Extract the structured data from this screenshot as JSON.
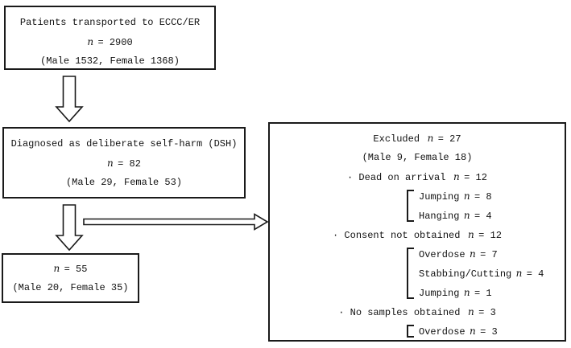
{
  "diagram": {
    "transported": {
      "line1": "Patients transported to ECCC/ER",
      "n_var": "n",
      "n_rest": "= 2900",
      "line3": "(Male 1532, Female 1368)"
    },
    "dsh": {
      "line1": "Diagnosed as deliberate self-harm (DSH)",
      "n_var": "n",
      "n_rest": "= 82",
      "line3": "(Male 29, Female 53)"
    },
    "final": {
      "n_var": "n",
      "n_rest": "= 55",
      "line2": "(Male 20, Female 35)"
    },
    "excluded": {
      "title_label": "Excluded",
      "title_var": "n",
      "title_rest": "= 27",
      "subtitle": "(Male 9, Female 18)",
      "bullets": [
        {
          "label": "· Dead on arrival",
          "var": "n",
          "rest": "= 12"
        },
        {
          "label": "· Consent not obtained",
          "var": "n",
          "rest": "= 12"
        },
        {
          "label": "· No samples obtained",
          "var": "n",
          "rest": "= 3"
        }
      ],
      "groups": [
        {
          "items": [
            {
              "label": "Jumping",
              "var": "n",
              "rest": "= 8"
            },
            {
              "label": "Hanging",
              "var": "n",
              "rest": "= 4"
            }
          ]
        },
        {
          "items": [
            {
              "label": "Overdose",
              "var": "n",
              "rest": "= 7"
            },
            {
              "label": "Stabbing/Cutting",
              "var": "n",
              "rest": "= 4"
            },
            {
              "label": "Jumping",
              "var": "n",
              "rest": "= 1"
            }
          ]
        },
        {
          "items": [
            {
              "label": "Overdose",
              "var": "n",
              "rest": "= 3"
            }
          ]
        }
      ]
    },
    "colors": {
      "border": "#1a1a1a",
      "text": "#111111",
      "background": "#ffffff"
    }
  }
}
